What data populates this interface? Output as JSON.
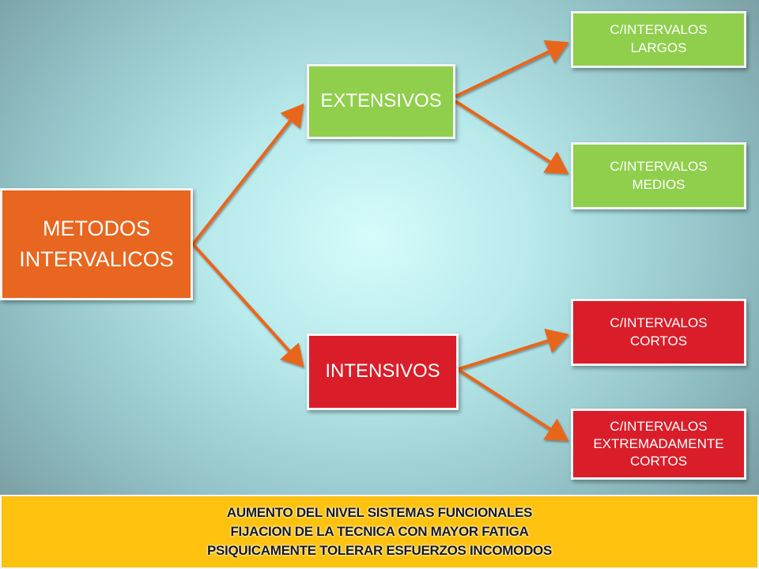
{
  "nodes": {
    "root": "METODOS\nINTERVALICOS",
    "extensivos": "EXTENSIVOS",
    "intensivos": "INTENSIVOS",
    "largos": "C/INTERVALOS\nLARGOS",
    "medios": "C/INTERVALOS\nMEDIOS",
    "cortos": "C/INTERVALOS\nCORTOS",
    "extremadamente": "C/INTERVALOS\nEXTREMADAMENTE\nCORTOS"
  },
  "footer": {
    "lines": [
      "AUMENTO DEL NIVEL SISTEMAS FUNCIONALES",
      "FIJACION DE LA TECNICA CON MAYOR FATIGA",
      "PSIQUICAMENTE TOLERAR ESFUERZOS INCOMODOS"
    ]
  },
  "colors": {
    "root": "#e8661f",
    "branch_extensive": "#8fcf4c",
    "branch_intensive": "#d91e2a",
    "connector": "#e8661f",
    "footer_bg": "#ffc20e"
  }
}
